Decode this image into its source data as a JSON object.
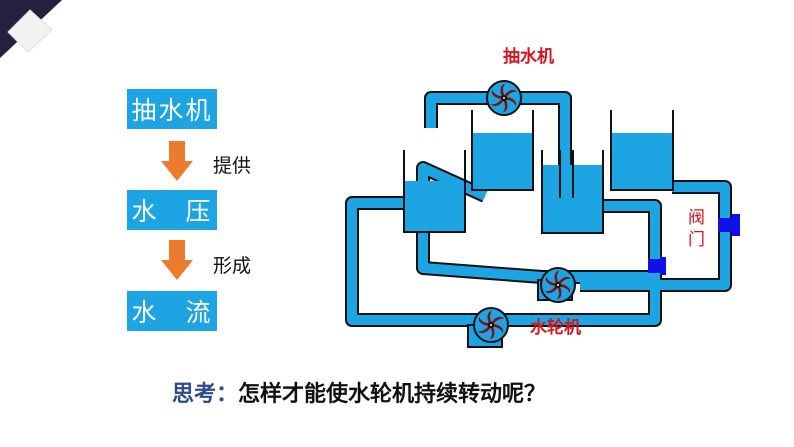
{
  "flow": {
    "boxes": [
      "抽水机",
      "水　压",
      "水　流"
    ],
    "connectors": [
      "提供",
      "形成"
    ]
  },
  "diagram": {
    "pump_label": "抽水机",
    "valve_label": "阀门",
    "turbine_label": "水轮机"
  },
  "question": {
    "lead": "思考：",
    "text": "怎样才能使水轮机持续转动呢？"
  },
  "colors": {
    "box_blue": "#1ca4e3",
    "arrow_orange": "#ec7b2e",
    "label_red": "#d4131c",
    "question_blue": "#2e4a8c",
    "pipe_blue": "#1ca4e3",
    "valve_blue": "#1010e8",
    "corner_navy": "#24213f",
    "rotor_red": "#7a1414"
  }
}
